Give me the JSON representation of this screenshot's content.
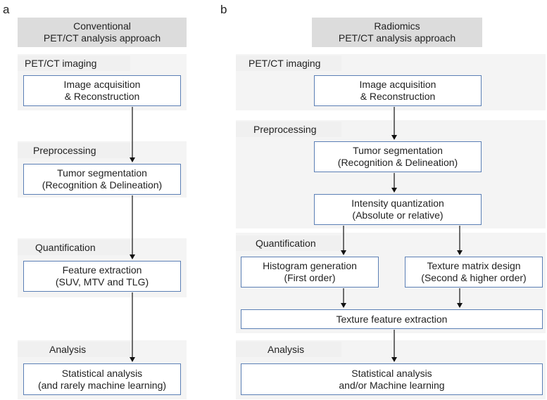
{
  "panel_a": {
    "letter": "a",
    "header": [
      "Conventional",
      "PET/CT analysis approach"
    ],
    "stages": [
      {
        "tag": "PET/CT imaging",
        "box": [
          "Image acquisition",
          "& Reconstruction"
        ]
      },
      {
        "tag": "Preprocessing",
        "box": [
          "Tumor segmentation",
          "(Recognition & Delineation)"
        ]
      },
      {
        "tag": "Quantification",
        "box": [
          "Feature extraction",
          "(SUV, MTV and TLG)"
        ]
      },
      {
        "tag": "Analysis",
        "box": [
          "Statistical analysis",
          "(and rarely machine learning)"
        ]
      }
    ]
  },
  "panel_b": {
    "letter": "b",
    "header": [
      "Radiomics",
      "PET/CT analysis approach"
    ],
    "tags": {
      "imaging": "PET/CT imaging",
      "preprocessing": "Preprocessing",
      "quantification": "Quantification",
      "analysis": "Analysis"
    },
    "boxes": {
      "acquisition": [
        "Image acquisition",
        "& Reconstruction"
      ],
      "segmentation": [
        "Tumor segmentation",
        "(Recognition & Delineation)"
      ],
      "quantization": [
        "Intensity quantization",
        "(Absolute or relative)"
      ],
      "histogram": [
        "Histogram generation",
        "(First order)"
      ],
      "texture_matrix": [
        "Texture matrix design",
        "(Second & higher order)"
      ],
      "texture_feature": [
        "Texture feature extraction"
      ],
      "statistical": [
        "Statistical analysis",
        "and/or Machine learning"
      ]
    }
  }
}
